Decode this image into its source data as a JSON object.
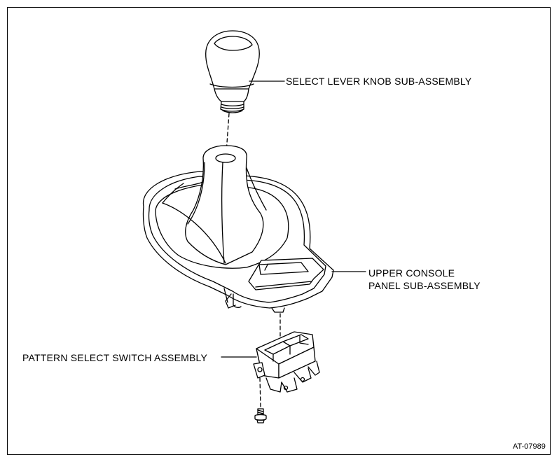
{
  "labels": {
    "knob": "SELECT LEVER KNOB SUB-ASSEMBLY",
    "panel_line1": "UPPER CONSOLE",
    "panel_line2": "PANEL SUB-ASSEMBLY",
    "switch": "PATTERN SELECT SWITCH ASSEMBLY"
  },
  "figure_code": "AT-07989",
  "colors": {
    "line": "#000000",
    "background": "#ffffff"
  }
}
